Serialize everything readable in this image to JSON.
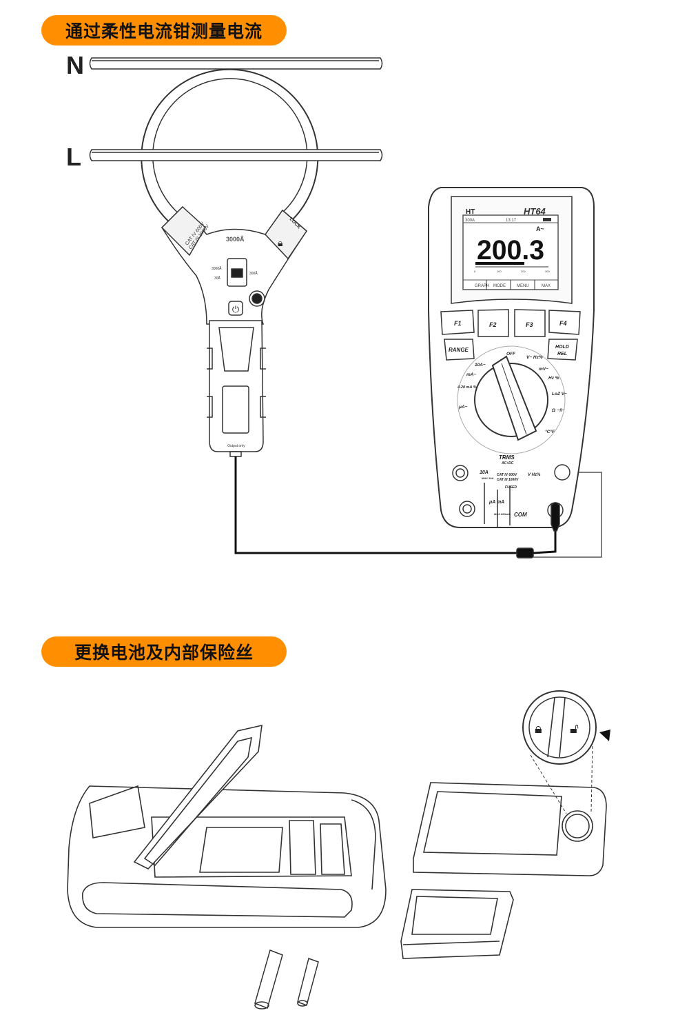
{
  "sections": [
    {
      "title": "通过柔性电流钳测量电流"
    },
    {
      "title": "更换电池及内部保险丝"
    }
  ],
  "wires": {
    "neutral": "N",
    "line": "L"
  },
  "clamp": {
    "rating": "3000Ã",
    "cat_line1": "CAT IV 600V",
    "cat_line2": "CAT III 1000V",
    "lock_label": "LOCK",
    "range_3000": "3000Ã",
    "range_300": "300Ã",
    "range_30": "30Ã",
    "output_label": "Output only"
  },
  "meter": {
    "brand": "HT",
    "model": "HT64",
    "display": {
      "range": "300A",
      "time": "13:17",
      "unit": "A~",
      "value": "200.3",
      "bar_fraction": 0.67,
      "scale_ticks": [
        "0",
        "100",
        "200",
        "300"
      ],
      "softkeys": [
        "GRAPH",
        "MODE",
        "MENU",
        "MAX"
      ]
    },
    "function_keys": [
      "F1",
      "F2",
      "F3",
      "F4"
    ],
    "range_button": "RANGE",
    "hold_button": "HOLD",
    "rel_button": "REL",
    "dial_positions": [
      "OFF",
      "V~ Hz%",
      "mV~",
      "Hz %",
      "LoZ V~",
      "Ω ⊣⊢",
      "°C°F",
      "μA~",
      "4-20 mA %",
      "mA~",
      "10A~"
    ],
    "trms_label": "TRMS",
    "acdc_label": "AC+DC",
    "cat_line1": "CAT IV 600V",
    "cat_line2": "CAT III 1000V",
    "fused_label": "FUSED",
    "terminal_10a": "10A",
    "terminal_10a_max": "MAX 10A",
    "terminal_ua_ma": "μA mA",
    "terminal_ua_max": "MAX 600mA",
    "terminal_com": "COM",
    "terminal_v": "V Hz%"
  }
}
